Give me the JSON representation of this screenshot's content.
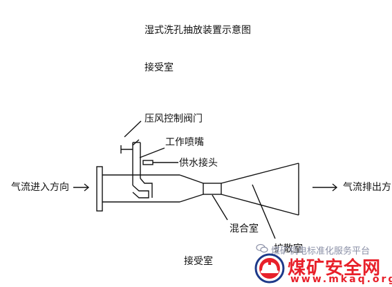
{
  "title": "湿式洗孔抽放装置示意图",
  "top_label": "接受室",
  "labels": {
    "pressure_valve": "压风控制阀门",
    "work_nozzle": "工作喷嘴",
    "water_joint": "供水接头",
    "inlet_direction": "气流进入方向",
    "outlet_direction": "气流排出方向",
    "mixing_chamber": "混合室",
    "diffuser": "扩散室",
    "bottom_label": "接受室"
  },
  "watermark": {
    "platform_text": "煤矿机电标准化服务平台",
    "brand_name": "煤矿安全网",
    "brand_url": "www.mkaq.org"
  },
  "colors": {
    "line": "#111111",
    "brand_red": "#e8202a",
    "watermark_gray": "#8a8fa6"
  }
}
